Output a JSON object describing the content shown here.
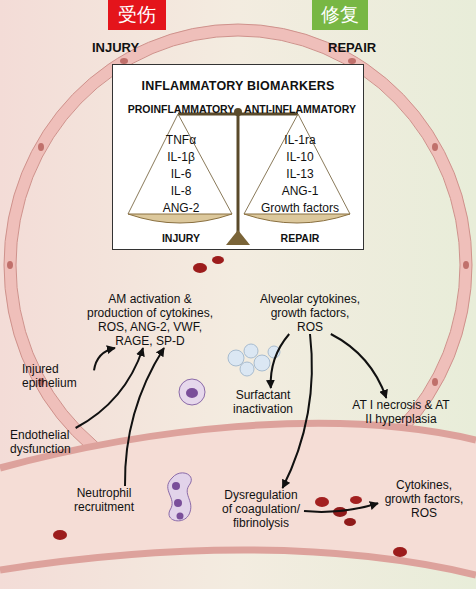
{
  "diagram": {
    "nodes": [
      {
        "text": [
          "受伤"
        ]
      },
      {
        "text": [
          "修复"
        ]
      },
      {
        "text": [
          "INFLAMMATORY BIOMARKERS"
        ]
      },
      {
        "text": [
          "PROINFLAMMATORY",
          "TNFα",
          "IL-1β",
          "IL-6",
          "IL-8",
          "ANG-2",
          "INJURY"
        ],
        "in": 2
      },
      {
        "text": [
          "ANTI-INFLAMMATORY",
          "IL-1ra",
          "IL-10",
          "IL-13",
          "ANG-1",
          "Growth factors",
          "REPAIR"
        ],
        "in": 2
      },
      {
        "text": [
          "AM activation & production of cytokines, ROS, ANG-2, VWF, RAGE, SP-D"
        ]
      },
      {
        "text": [
          "Alveolar cytokines, growth factors, ROS"
        ]
      },
      {
        "text": [
          "Injured epithelium"
        ]
      },
      {
        "text": [
          "Endothelial dysfunction"
        ]
      },
      {
        "text": [
          "Neutrophil recruitment"
        ]
      },
      {
        "text": [
          "Surfactant inactivation"
        ]
      },
      {
        "text": [
          "AT I necrosis & AT II hyperplasia"
        ]
      },
      {
        "text": [
          "Dysregulation of coagulation/ fibrinolysis"
        ]
      },
      {
        "text": [
          "Cytokines, growth factors, ROS"
        ]
      }
    ],
    "edges": [
      {
        "from": 7,
        "to": 5,
        "arrow": "to"
      },
      {
        "from": 8,
        "to": 5,
        "arrow": "to"
      },
      {
        "from": 9,
        "to": 5,
        "arrow": "to"
      },
      {
        "from": 6,
        "to": 10,
        "arrow": "to"
      },
      {
        "from": 6,
        "to": 11,
        "arrow": "to"
      },
      {
        "from": 6,
        "to": 12,
        "arrow": "to"
      },
      {
        "from": 12,
        "to": 13,
        "arrow": "to"
      }
    ],
    "labels": [
      "INJURY",
      "REPAIR"
    ]
  }
}
